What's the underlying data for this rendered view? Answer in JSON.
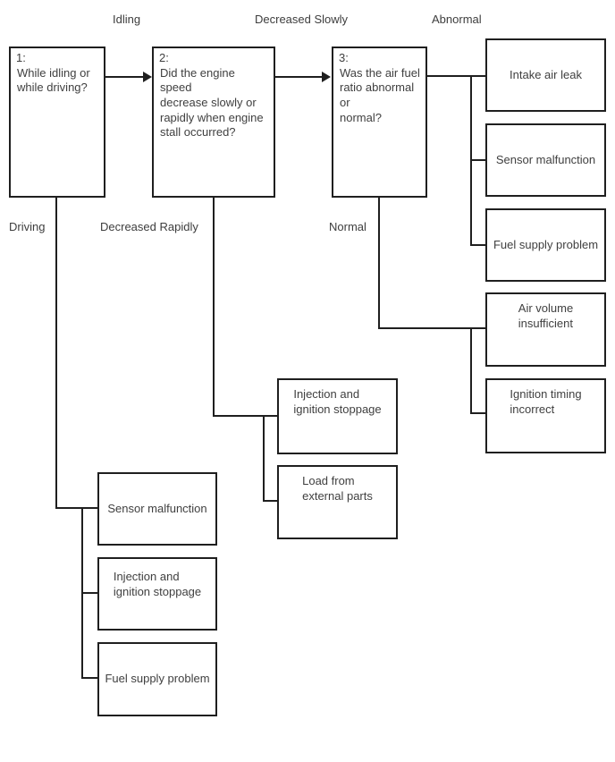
{
  "diagram": {
    "title_hidden": "",
    "questions": {
      "q1": {
        "number": "1:",
        "text": "While idling or\nwhile driving?"
      },
      "q2": {
        "number": "2:",
        "text": "Did the engine speed\ndecrease slowly or\nrapidly when engine\nstall occurred?"
      },
      "q3": {
        "number": "3:",
        "text": "Was the air fuel\nratio abnormal or\nnormal?"
      }
    },
    "branch_labels": {
      "idling": "Idling",
      "decreased_slowly": "Decreased Slowly",
      "abnormal": "Abnormal",
      "driving": "Driving",
      "decreased_rapidly": "Decreased Rapidly",
      "normal": "Normal"
    },
    "results": {
      "abnormal": [
        "Intake air leak",
        "Sensor malfunction",
        "Fuel supply problem"
      ],
      "normal": [
        "Air volume\ninsufficient",
        "Ignition timing\nincorrect"
      ],
      "decreased_rapidly": [
        "Injection and\nignition stoppage",
        "Load from\nexternal parts"
      ],
      "driving": [
        "Sensor malfunction",
        "Injection and\nignition stoppage",
        "Fuel supply problem"
      ]
    },
    "colors": {
      "line": "#1f1f1f",
      "text": "#404040",
      "background": "#ffffff"
    }
  }
}
